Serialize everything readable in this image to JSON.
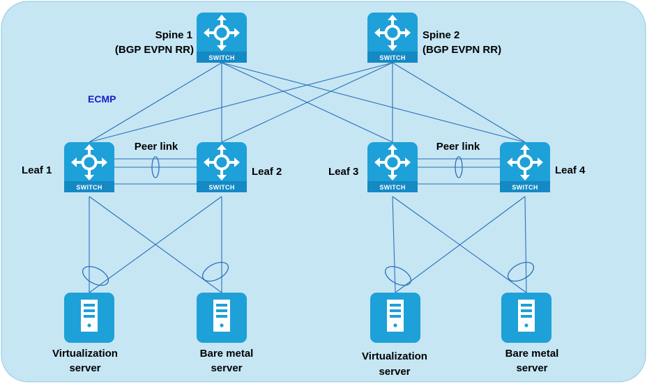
{
  "colors": {
    "background_panel": "#c6e6f4",
    "switch_fill": "#1ea0d8",
    "server_fill": "#1ea0d8",
    "link": "#2a6fb8",
    "ecmp_text": "#1a1acc"
  },
  "icons": {
    "switch": "switch-icon",
    "server": "server-icon"
  },
  "switch_badge": "SWITCH",
  "spines": [
    {
      "name": "Spine 1",
      "role": "(BGP EVPN RR)"
    },
    {
      "name": "Spine 2",
      "role": "(BGP EVPN RR)"
    }
  ],
  "leaves": [
    {
      "name": "Leaf 1"
    },
    {
      "name": "Leaf 2"
    },
    {
      "name": "Leaf 3"
    },
    {
      "name": "Leaf 4"
    }
  ],
  "peer_links": [
    "Peer link",
    "Peer link"
  ],
  "ecmp_label": "ECMP",
  "servers": [
    {
      "line1": "Virtualization",
      "line2": "server"
    },
    {
      "line1": "Bare metal",
      "line2": "server"
    },
    {
      "line1": "Virtualization",
      "line2": "server"
    },
    {
      "line1": "Bare metal",
      "line2": "server"
    }
  ]
}
